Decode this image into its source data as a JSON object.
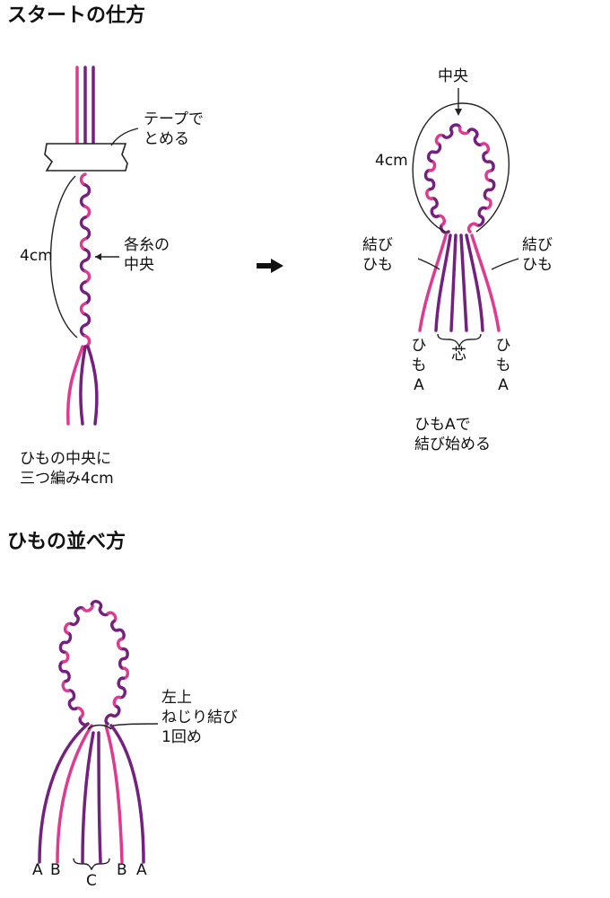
{
  "colors": {
    "purple": "#74207f",
    "pink": "#e0398f",
    "line": "#222222",
    "text": "#111111"
  },
  "section_start": {
    "title": "スタートの仕方",
    "tape_label": "テープで\nとめる",
    "middle_label": "各糸の\n中央",
    "length_left": "4cm",
    "caption": "ひもの中央に\n三つ編み4cm",
    "arrow_icon": "right-arrow-icon",
    "center_label": "中央",
    "length_right": "4cm",
    "knot_left": "結び\nひも",
    "knot_right": "結び\nひも",
    "core_label": "芯",
    "strand_left": "ひ\nも\nA",
    "strand_right": "ひ\nも\nA",
    "caption_right": "ひもAで\n結び始める"
  },
  "section_arrange": {
    "title": "ひもの並べ方",
    "twist_label": "左上\nねじり結び\n1回め",
    "strand_labels": [
      "A",
      "B",
      "C",
      "B",
      "A"
    ]
  }
}
